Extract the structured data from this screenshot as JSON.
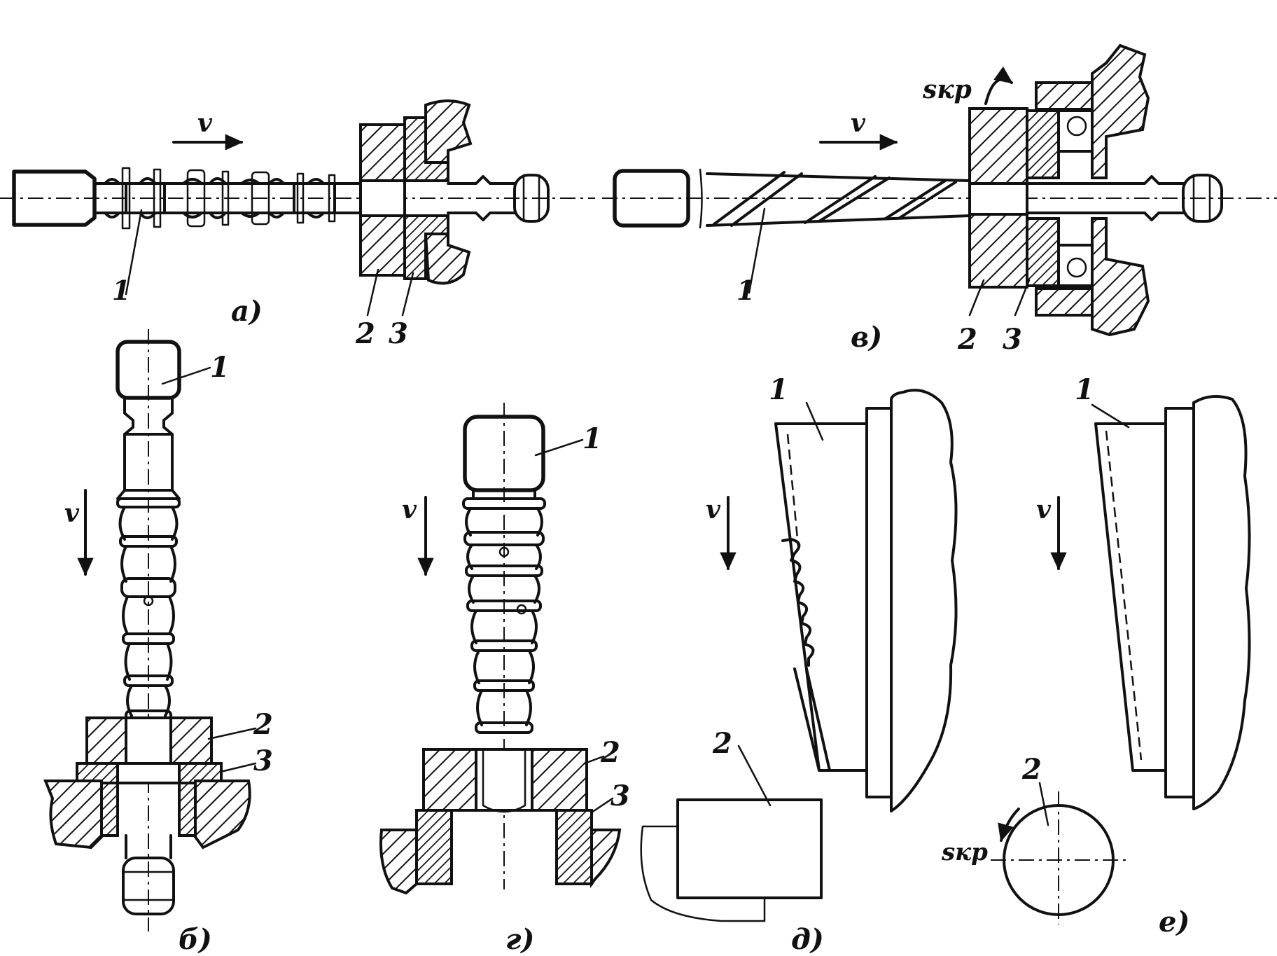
{
  "figure": {
    "labels": {
      "v": "v",
      "s_kr": "sкр",
      "part_1": "1",
      "part_2": "2",
      "part_3": "3",
      "part_3_b": "3"
    },
    "sublabels": {
      "a": "а)",
      "b": "б)",
      "v": "в)",
      "g": "г)",
      "d": "д)",
      "e": "е)"
    }
  }
}
